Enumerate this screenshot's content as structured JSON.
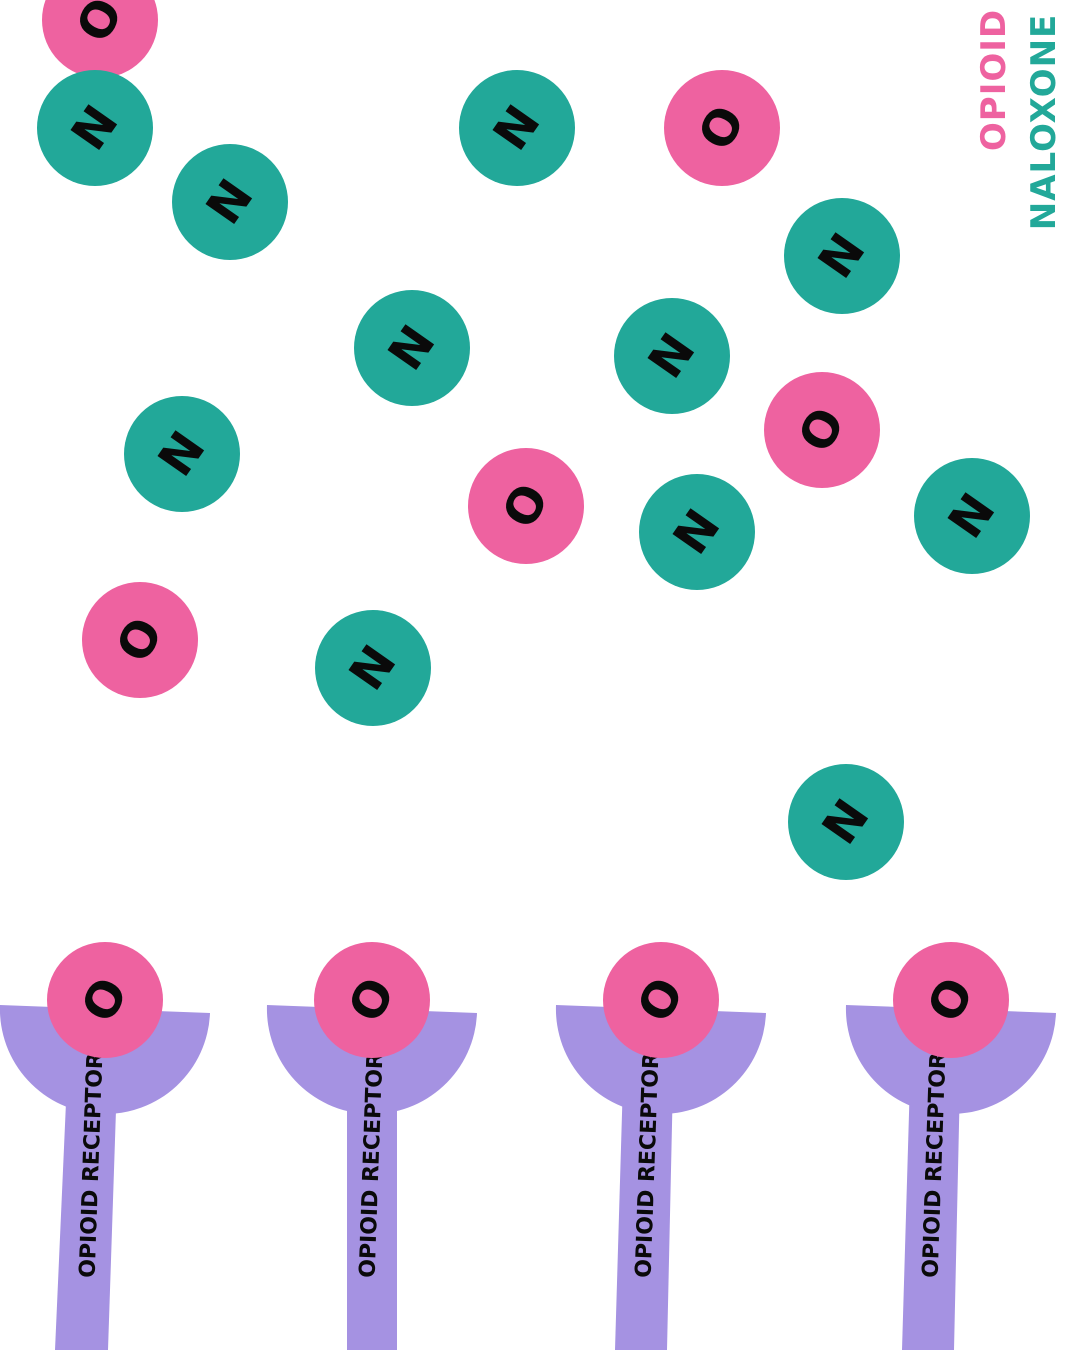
{
  "colors": {
    "opioid": "#ee62a0",
    "naloxone": "#22a899",
    "receptor": "#a592e2",
    "letter": "#0a0a0a",
    "background": "#ffffff"
  },
  "legend": {
    "opioid_label": "OPIOID",
    "naloxone_label": "NALOXONE"
  },
  "molecule_letters": {
    "opioid": "O",
    "naloxone": "N"
  },
  "receptor_label": "OPIOID RECEPTOR",
  "free_molecules": [
    {
      "kind": "opioid"
    },
    {
      "kind": "naloxone"
    },
    {
      "kind": "naloxone"
    },
    {
      "kind": "naloxone"
    },
    {
      "kind": "opioid"
    },
    {
      "kind": "naloxone"
    },
    {
      "kind": "naloxone"
    },
    {
      "kind": "naloxone"
    },
    {
      "kind": "naloxone"
    },
    {
      "kind": "opioid"
    },
    {
      "kind": "opioid"
    },
    {
      "kind": "naloxone"
    },
    {
      "kind": "naloxone"
    },
    {
      "kind": "opioid"
    },
    {
      "kind": "naloxone"
    },
    {
      "kind": "naloxone"
    }
  ],
  "receptors": [
    {
      "bound": "opioid"
    },
    {
      "bound": "opioid"
    },
    {
      "bound": "opioid"
    },
    {
      "bound": "opioid"
    }
  ]
}
